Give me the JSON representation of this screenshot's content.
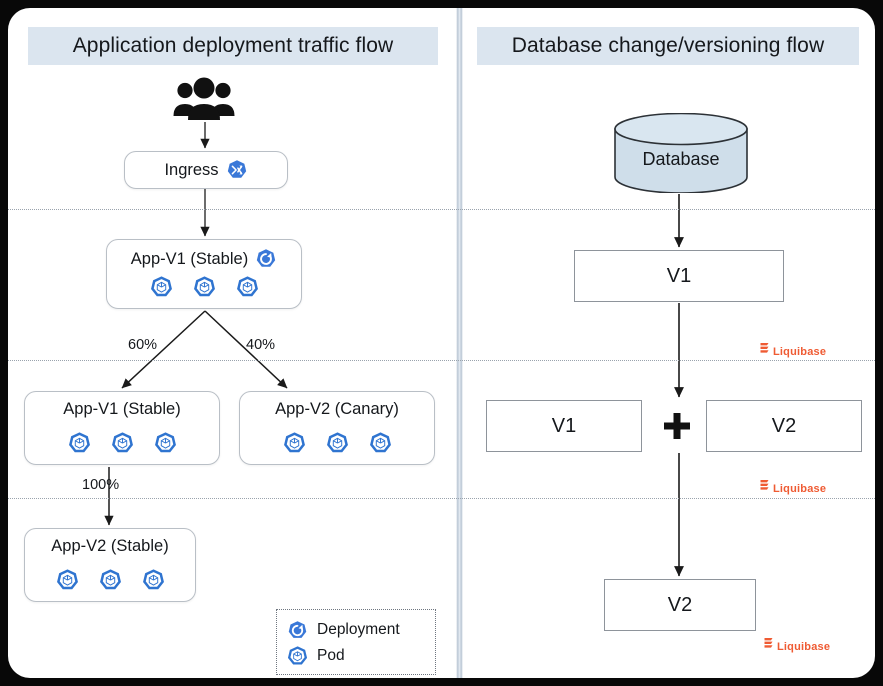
{
  "diagram": {
    "left_panel": {
      "title": "Application deployment traffic flow",
      "actor_icon": "users-icon",
      "nodes": [
        {
          "id": "ingress",
          "label": "Ingress",
          "icon": "ingress-shuffle-icon",
          "pods": 0
        },
        {
          "id": "app-v1-stable-top",
          "label": "App-V1 (Stable)",
          "icon": "deployment-icon",
          "pods": 3
        },
        {
          "id": "app-v1-stable-mid",
          "label": "App-V1 (Stable)",
          "icon": "",
          "pods": 3
        },
        {
          "id": "app-v2-canary",
          "label": "App-V2 (Canary)",
          "icon": "",
          "pods": 3
        },
        {
          "id": "app-v2-stable",
          "label": "App-V2 (Stable)",
          "icon": "",
          "pods": 3
        }
      ],
      "traffic_labels": [
        "60%",
        "40%",
        "100%"
      ],
      "legend": {
        "items": [
          {
            "icon": "deployment-icon",
            "label": "Deployment"
          },
          {
            "icon": "pod-icon",
            "label": "Pod"
          }
        ]
      }
    },
    "right_panel": {
      "title": "Database change/versioning flow",
      "database_label": "Database",
      "steps": [
        {
          "id": "step-v1",
          "boxes": [
            "V1"
          ],
          "tool": "Liquibase"
        },
        {
          "id": "step-v1-plus-v2",
          "boxes": [
            "V1",
            "V2"
          ],
          "operator": "+",
          "tool": "Liquibase"
        },
        {
          "id": "step-v2",
          "boxes": [
            "V2"
          ],
          "tool": "Liquibase"
        }
      ]
    },
    "colors": {
      "banner": "#dbe5ef",
      "k8s_blue": "#3a78d8",
      "liquibase_orange": "#ef5b33",
      "database_fill": "#cfdeea",
      "divider": "#9aa3ad"
    }
  }
}
